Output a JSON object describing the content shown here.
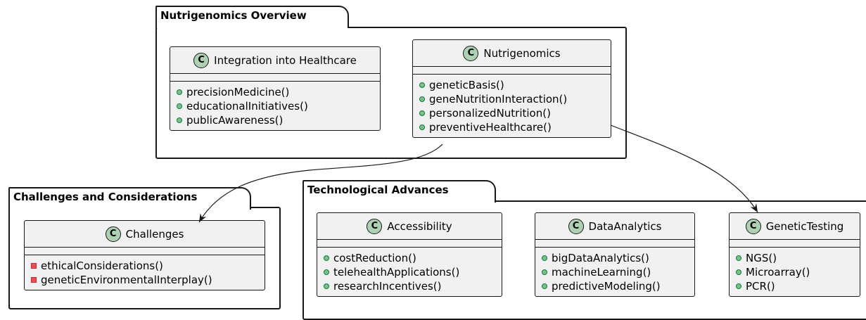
{
  "packages": [
    {
      "name": "Nutrigenomics Overview",
      "classes": [
        {
          "name": "Integration into Healthcare",
          "operations": [
            {
              "label": "precisionMedicine()",
              "visibility": "public"
            },
            {
              "label": "educationalInitiatives()",
              "visibility": "public"
            },
            {
              "label": "publicAwareness()",
              "visibility": "public"
            }
          ]
        },
        {
          "name": "Nutrigenomics",
          "operations": [
            {
              "label": "geneticBasis()",
              "visibility": "public"
            },
            {
              "label": "geneNutritionInteraction()",
              "visibility": "public"
            },
            {
              "label": "personalizedNutrition()",
              "visibility": "public"
            },
            {
              "label": "preventiveHealthcare()",
              "visibility": "public"
            }
          ]
        }
      ]
    },
    {
      "name": "Challenges and Considerations",
      "classes": [
        {
          "name": "Challenges",
          "operations": [
            {
              "label": "ethicalConsiderations()",
              "visibility": "private"
            },
            {
              "label": "geneticEnvironmentalInterplay()",
              "visibility": "private"
            }
          ]
        }
      ]
    },
    {
      "name": "Technological Advances",
      "classes": [
        {
          "name": "Accessibility",
          "operations": [
            {
              "label": "costReduction()",
              "visibility": "public"
            },
            {
              "label": "telehealthApplications()",
              "visibility": "public"
            },
            {
              "label": "researchIncentives()",
              "visibility": "public"
            }
          ]
        },
        {
          "name": "DataAnalytics",
          "operations": [
            {
              "label": "bigDataAnalytics()",
              "visibility": "public"
            },
            {
              "label": "machineLearning()",
              "visibility": "public"
            },
            {
              "label": "predictiveModeling()",
              "visibility": "public"
            }
          ]
        },
        {
          "name": "GeneticTesting",
          "operations": [
            {
              "label": "NGS()",
              "visibility": "public"
            },
            {
              "label": "Microarray()",
              "visibility": "public"
            },
            {
              "label": "PCR()",
              "visibility": "public"
            }
          ]
        }
      ]
    }
  ],
  "class_badge_letter": "C",
  "relations": [
    {
      "from": "Nutrigenomics",
      "to": "Challenges"
    },
    {
      "from": "Nutrigenomics",
      "to": "GeneticTesting"
    }
  ],
  "colors": {
    "class_fill": "#f1f1f1",
    "badge_fill": "#add1b2",
    "line": "#181818",
    "public_marker": "#84be84",
    "private_marker": "#f24d5c"
  }
}
